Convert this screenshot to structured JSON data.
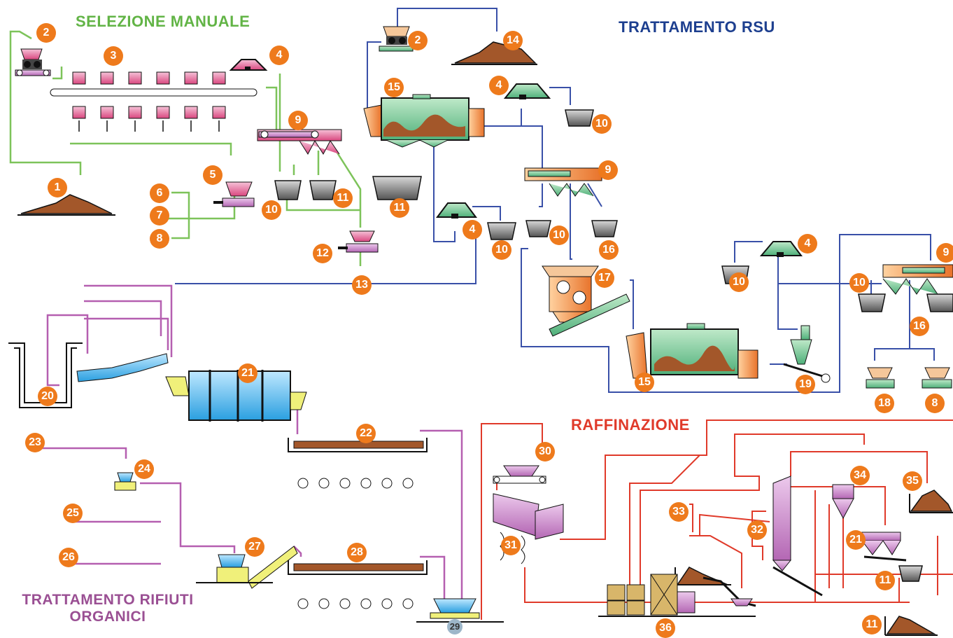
{
  "titles": {
    "manual": "SELEZIONE MANUALE",
    "rsu": "TRATTAMENTO RSU",
    "refining": "RAFFINAZIONE",
    "organic_line1": "TRATTAMENTO RIFIUTI",
    "organic_line2": "ORGANICI"
  },
  "colors": {
    "manual_line": "#7dc35a",
    "rsu_line": "#3950a8",
    "organic_line": "#b55fb0",
    "refining_line": "#e03a2a",
    "badge": "#ee7a1c",
    "heap": "#a3572a"
  },
  "badges": [
    {
      "id": "b2a",
      "text": "2"
    },
    {
      "id": "b3",
      "text": "3"
    },
    {
      "id": "b4a",
      "text": "4"
    },
    {
      "id": "b1",
      "text": "1"
    },
    {
      "id": "b5",
      "text": "5"
    },
    {
      "id": "b6",
      "text": "6"
    },
    {
      "id": "b7",
      "text": "7"
    },
    {
      "id": "b8a",
      "text": "8"
    },
    {
      "id": "b9a",
      "text": "9"
    },
    {
      "id": "b10a",
      "text": "10"
    },
    {
      "id": "b11a",
      "text": "11"
    },
    {
      "id": "b12",
      "text": "12"
    },
    {
      "id": "b13",
      "text": "13"
    },
    {
      "id": "b2b",
      "text": "2"
    },
    {
      "id": "b14",
      "text": "14"
    },
    {
      "id": "b15a",
      "text": "15"
    },
    {
      "id": "b4b",
      "text": "4"
    },
    {
      "id": "b10b",
      "text": "10"
    },
    {
      "id": "b11b",
      "text": "11"
    },
    {
      "id": "b4c",
      "text": "4"
    },
    {
      "id": "b10c",
      "text": "10"
    },
    {
      "id": "b9b",
      "text": "9"
    },
    {
      "id": "b10d",
      "text": "10"
    },
    {
      "id": "b16a",
      "text": "16"
    },
    {
      "id": "b17",
      "text": "17"
    },
    {
      "id": "b4d",
      "text": "4"
    },
    {
      "id": "b10e",
      "text": "10"
    },
    {
      "id": "b9c",
      "text": "9"
    },
    {
      "id": "b10f",
      "text": "10"
    },
    {
      "id": "b16b",
      "text": "16"
    },
    {
      "id": "b15b",
      "text": "15"
    },
    {
      "id": "b19",
      "text": "19"
    },
    {
      "id": "b18",
      "text": "18"
    },
    {
      "id": "b8b",
      "text": "8"
    },
    {
      "id": "b20",
      "text": "20"
    },
    {
      "id": "b21a",
      "text": "21"
    },
    {
      "id": "b22",
      "text": "22"
    },
    {
      "id": "b23",
      "text": "23"
    },
    {
      "id": "b24",
      "text": "24"
    },
    {
      "id": "b25",
      "text": "25"
    },
    {
      "id": "b26",
      "text": "26"
    },
    {
      "id": "b27",
      "text": "27"
    },
    {
      "id": "b28",
      "text": "28"
    },
    {
      "id": "b29",
      "text": "29"
    },
    {
      "id": "b30",
      "text": "30"
    },
    {
      "id": "b31",
      "text": "31"
    },
    {
      "id": "b32",
      "text": "32"
    },
    {
      "id": "b33",
      "text": "33"
    },
    {
      "id": "b34",
      "text": "34"
    },
    {
      "id": "b35",
      "text": "35"
    },
    {
      "id": "b21b",
      "text": "21"
    },
    {
      "id": "b11c",
      "text": "11"
    },
    {
      "id": "b11d",
      "text": "11"
    },
    {
      "id": "b36",
      "text": "36"
    }
  ]
}
